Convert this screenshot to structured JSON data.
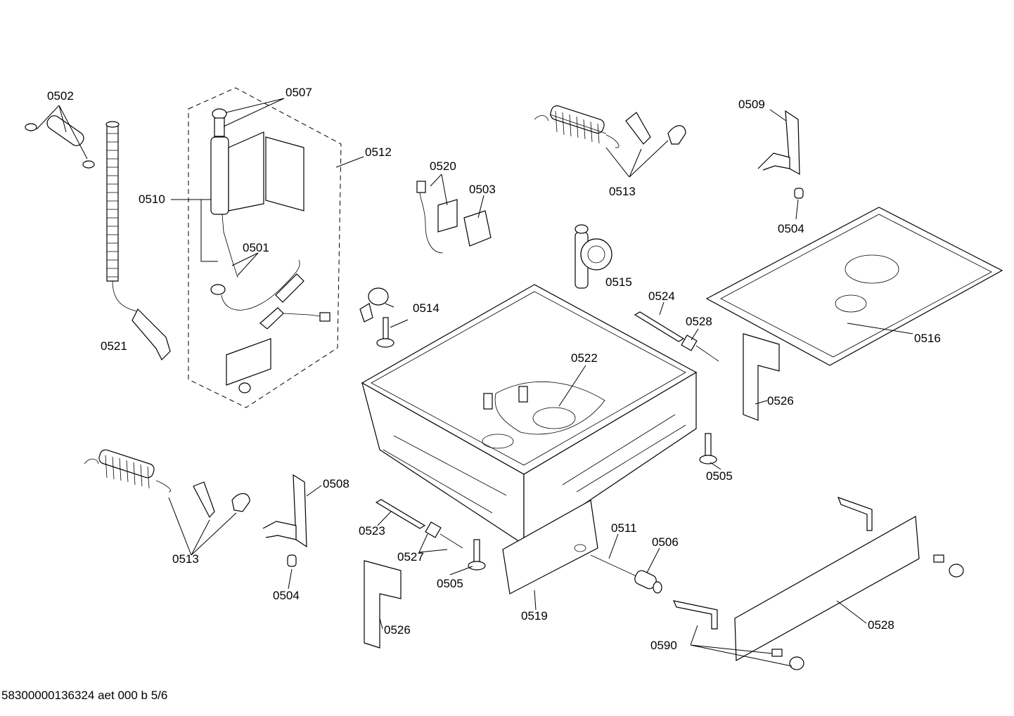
{
  "footer": {
    "document_code": "58300000136324 aet 000 b 5/6"
  },
  "callouts": [
    {
      "id": "c0502a",
      "text": "0502"
    },
    {
      "id": "c0507",
      "text": "0507"
    },
    {
      "id": "c0512",
      "text": "0512"
    },
    {
      "id": "c0510",
      "text": "0510"
    },
    {
      "id": "c0501",
      "text": "0501"
    },
    {
      "id": "c0521",
      "text": "0521"
    },
    {
      "id": "c0520",
      "text": "0520"
    },
    {
      "id": "c0503",
      "text": "0503"
    },
    {
      "id": "c0513a",
      "text": "0513"
    },
    {
      "id": "c0509",
      "text": "0509"
    },
    {
      "id": "c0504a",
      "text": "0504"
    },
    {
      "id": "c0515",
      "text": "0515"
    },
    {
      "id": "c0514",
      "text": "0514"
    },
    {
      "id": "c0524",
      "text": "0524"
    },
    {
      "id": "c0528a",
      "text": "0528"
    },
    {
      "id": "c0516",
      "text": "0516"
    },
    {
      "id": "c0522",
      "text": "0522"
    },
    {
      "id": "c0526a",
      "text": "0526"
    },
    {
      "id": "c0505a",
      "text": "0505"
    },
    {
      "id": "c0508",
      "text": "0508"
    },
    {
      "id": "c0513b",
      "text": "0513"
    },
    {
      "id": "c0504b",
      "text": "0504"
    },
    {
      "id": "c0523",
      "text": "0523"
    },
    {
      "id": "c0527",
      "text": "0527"
    },
    {
      "id": "c0505b",
      "text": "0505"
    },
    {
      "id": "c0511",
      "text": "0511"
    },
    {
      "id": "c0506",
      "text": "0506"
    },
    {
      "id": "c0519",
      "text": "0519"
    },
    {
      "id": "c0526b",
      "text": "0526"
    },
    {
      "id": "c0528b",
      "text": "0528"
    },
    {
      "id": "c0590",
      "text": "0590"
    }
  ]
}
